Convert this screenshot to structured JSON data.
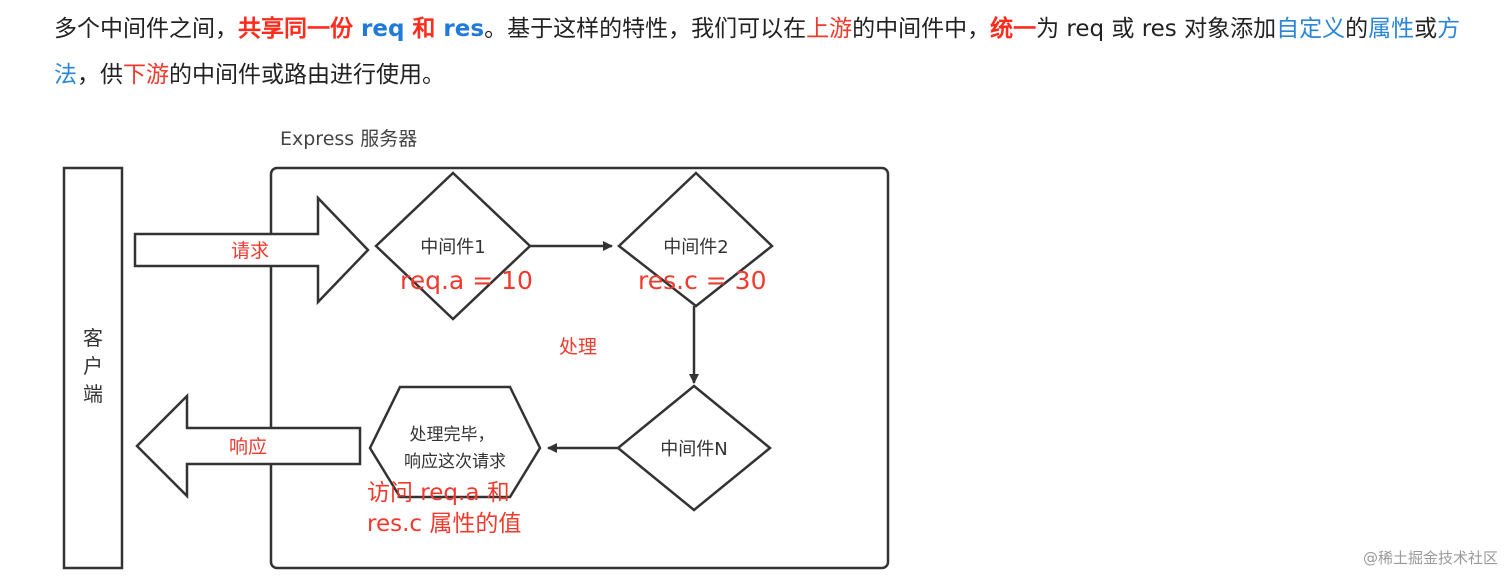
{
  "paragraph": {
    "p1": "多个中间件之间，",
    "h1": "共享同一份",
    "h2": " req ",
    "h3": "和",
    "h4": " res",
    "p2": "。基于这样的特性，我们可以在",
    "r1": "上游",
    "p3": "的中间件中，",
    "h5": "统一",
    "p4": "为 req 或 res 对象添加",
    "b1": "自定义",
    "p5": "的",
    "b2": "属性",
    "p6": "或",
    "b3": "方法",
    "p7": "，供",
    "r2": "下游",
    "p8": "的中间件或路由进行使用。"
  },
  "diagram": {
    "server_title": "Express 服务器",
    "client_label_1": "客",
    "client_label_2": "户",
    "client_label_3": "端",
    "request_label": "请求",
    "response_label": "响应",
    "middleware1": "中间件1",
    "middleware1_note": "req.a = 10",
    "middleware2": "中间件2",
    "middleware2_note": "res.c = 30",
    "process_label": "处理",
    "middlewareN": "中间件N",
    "done_line1": "处理完毕，",
    "done_line2": "响应这次请求",
    "access_line1": "访问 req.a 和",
    "access_line2": "res.c 属性的值"
  },
  "watermark": "@稀土掘金技术社区",
  "colors": {
    "red_text": "#ef3a2e",
    "blue_text": "#2a86d6",
    "stroke": "#333333"
  }
}
